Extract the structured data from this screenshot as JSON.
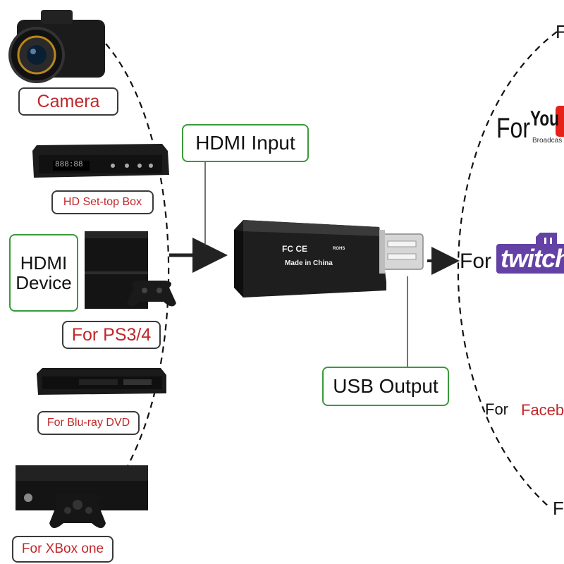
{
  "left_devices": {
    "camera": "Camera",
    "settop": "HD Set-top Box",
    "hdmi_device_line1": "HDMI",
    "hdmi_device_line2": "Device",
    "ps": "For PS3/4",
    "bluray": "For Blu-ray DVD",
    "xbox": "For XBox one"
  },
  "center": {
    "hdmi_input": "HDMI Input",
    "usb_output": "USB Output",
    "device_marks": "FC CE",
    "made_in": "Made in China",
    "rohs": "ROHS",
    "settop_display": "888:88"
  },
  "right_platforms": {
    "top_partial": "F",
    "youtube_for": "For",
    "youtube_brand": "You",
    "youtube_sub": "Broadcas",
    "twitch_for": "For",
    "twitch_brand": "twitch",
    "facebook_for": "For",
    "facebook_brand": "Faceb",
    "bottom_partial": "F"
  },
  "colors": {
    "label_red": "#c0282a",
    "label_green_border": "#3a9a3a",
    "twitch_purple": "#6441a5",
    "youtube_red": "#e62117"
  }
}
